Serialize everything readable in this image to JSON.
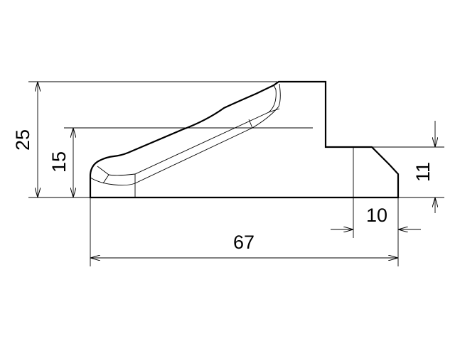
{
  "drawing": {
    "dimensions": {
      "overall_height": "25",
      "slot_height": "15",
      "step_height": "11",
      "step_width": "10",
      "overall_length": "67"
    },
    "line_color": "#000000",
    "background": "#ffffff"
  }
}
